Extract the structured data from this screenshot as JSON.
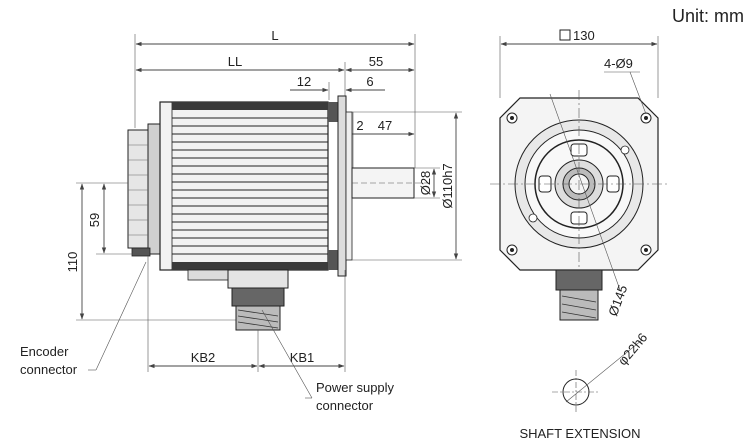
{
  "unit_label": "Unit: mm",
  "side_view": {
    "dim_L": "L",
    "dim_LL": "LL",
    "dim_55": "55",
    "dim_12": "12",
    "dim_6": "6",
    "dim_2": "2",
    "dim_47": "47",
    "dim_d28": "Ø28",
    "dim_d110": "Ø110h7",
    "dim_59": "59",
    "dim_110": "110",
    "dim_KB2": "KB2",
    "dim_KB1": "KB1",
    "encoder_line1": "Encoder",
    "encoder_line2": "connector",
    "power_line1": "Power supply",
    "power_line2": "connector"
  },
  "front_view": {
    "dim_square": "130",
    "dim_holes": "4-Ø9",
    "dim_d145": "Ø145",
    "dim_phi22": "φ22h6"
  },
  "shaft_extension_label": "SHAFT EXTENSION"
}
